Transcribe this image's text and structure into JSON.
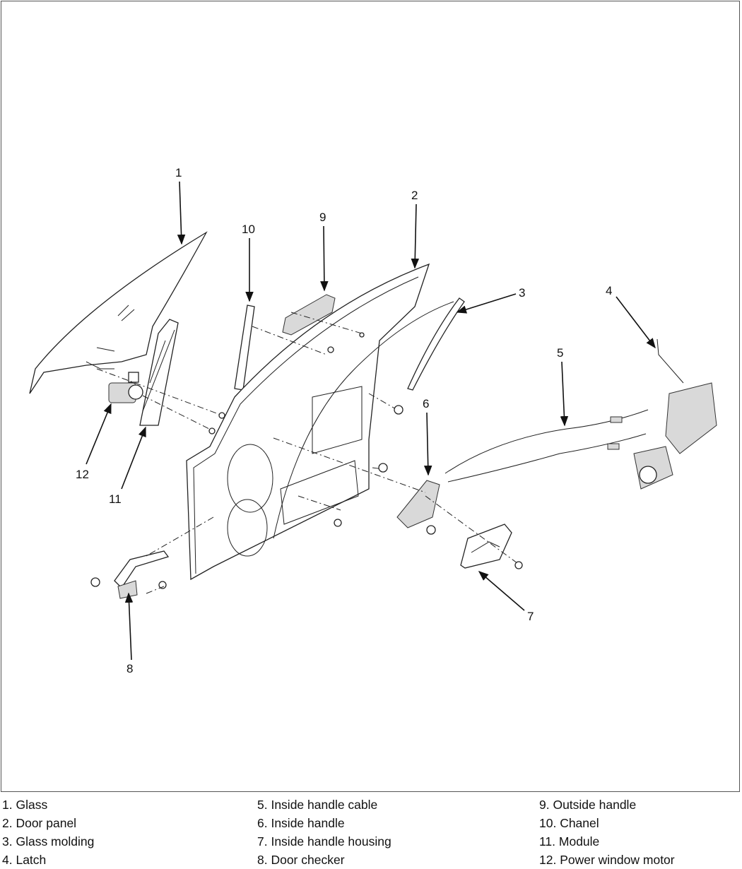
{
  "callouts": [
    "1",
    "2",
    "3",
    "4",
    "5",
    "6",
    "7",
    "8",
    "9",
    "10",
    "11",
    "12"
  ],
  "legend": {
    "col1": [
      "1. Glass",
      "2. Door panel",
      "3. Glass molding",
      "4. Latch"
    ],
    "col2": [
      "5. Inside handle cable",
      "6. Inside handle",
      "7. Inside handle housing",
      "8. Door checker"
    ],
    "col3": [
      "9. Outside handle",
      "10. Chanel",
      "11. Module",
      "12. Power window motor"
    ]
  }
}
